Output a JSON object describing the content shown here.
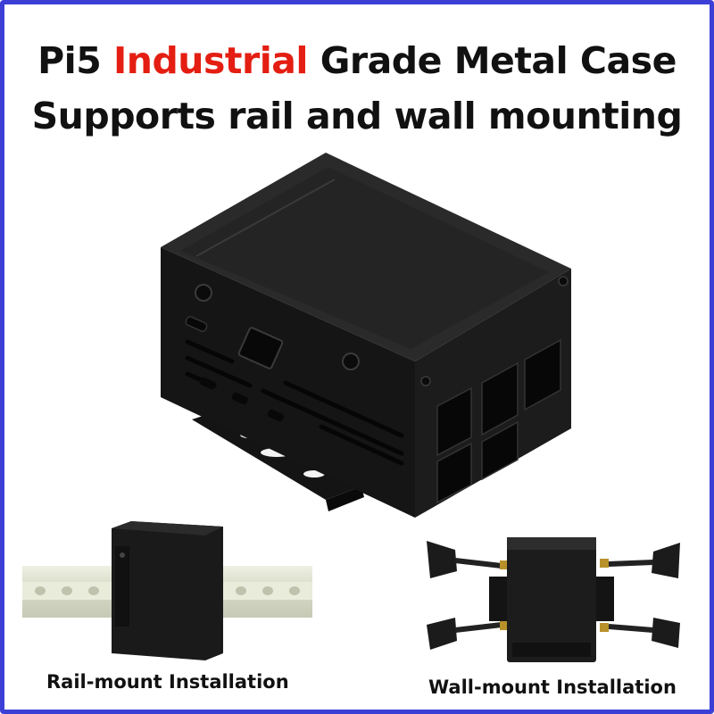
{
  "headline": {
    "line1_prefix": "Pi5 ",
    "line1_accent": "Industrial",
    "line1_suffix": " Grade Metal Case",
    "line2": "Supports rail and wall mounting"
  },
  "captions": {
    "rail": "Rail-mount Installation",
    "wall": "Wall-mount Installation"
  },
  "colors": {
    "accent": "#e41e12",
    "frame": "#3b3fd6",
    "case": "#1a1a1a",
    "rail": "#d9dcc9"
  }
}
